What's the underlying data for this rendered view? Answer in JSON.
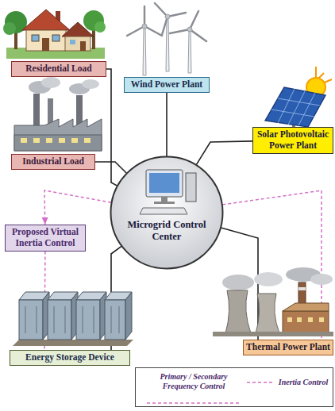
{
  "diagram": {
    "nodes": [
      {
        "text": [
          "Residential Load"
        ]
      },
      {
        "text": [
          "Wind Power Plant"
        ]
      },
      {
        "text": [
          "Industrial Load"
        ]
      },
      {
        "text": [
          "Solar Photovoltaic Power Plant"
        ]
      },
      {
        "text": [
          "Microgrid Control Center"
        ]
      },
      {
        "text": [
          "Proposed Virtual Inertia Control"
        ]
      },
      {
        "text": [
          "Energy Storage Device"
        ]
      },
      {
        "text": [
          "Thermal Power Plant"
        ]
      }
    ],
    "edges": [
      {
        "from": 0,
        "to": 4,
        "arrow": "none"
      },
      {
        "from": 1,
        "to": 4,
        "arrow": "none"
      },
      {
        "from": 2,
        "to": 4,
        "arrow": "none"
      },
      {
        "from": 3,
        "to": 4,
        "arrow": "none"
      },
      {
        "from": 4,
        "to": 6,
        "arrow": "none"
      },
      {
        "from": 4,
        "to": 7,
        "arrow": "none"
      },
      {
        "from": 4,
        "to": 5,
        "arrow": "to"
      },
      {
        "from": 5,
        "to": 6,
        "arrow": "to"
      },
      {
        "from": 4,
        "to": 7,
        "arrow": "to"
      }
    ],
    "legend": [
      {
        "text": "Primary / Secondary Frequency Control"
      },
      {
        "text": "Inertia Control"
      }
    ]
  }
}
